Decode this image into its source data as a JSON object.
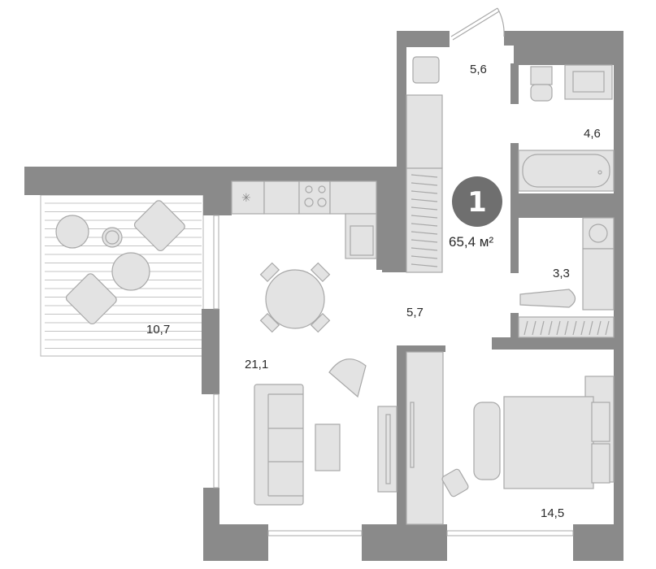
{
  "plan": {
    "room_count": "1",
    "total_area": "65,4 м²",
    "rooms": {
      "hall": "5,6",
      "bathroom": "4,6",
      "laundry": "3,3",
      "corridor": "5,7",
      "balcony": "10,7",
      "living_kitchen": "21,1",
      "bedroom": "14,5"
    },
    "colors": {
      "wall": "#8a8a8a",
      "furniture": "#e3e3e3",
      "badge": "#6f6f6f"
    }
  }
}
